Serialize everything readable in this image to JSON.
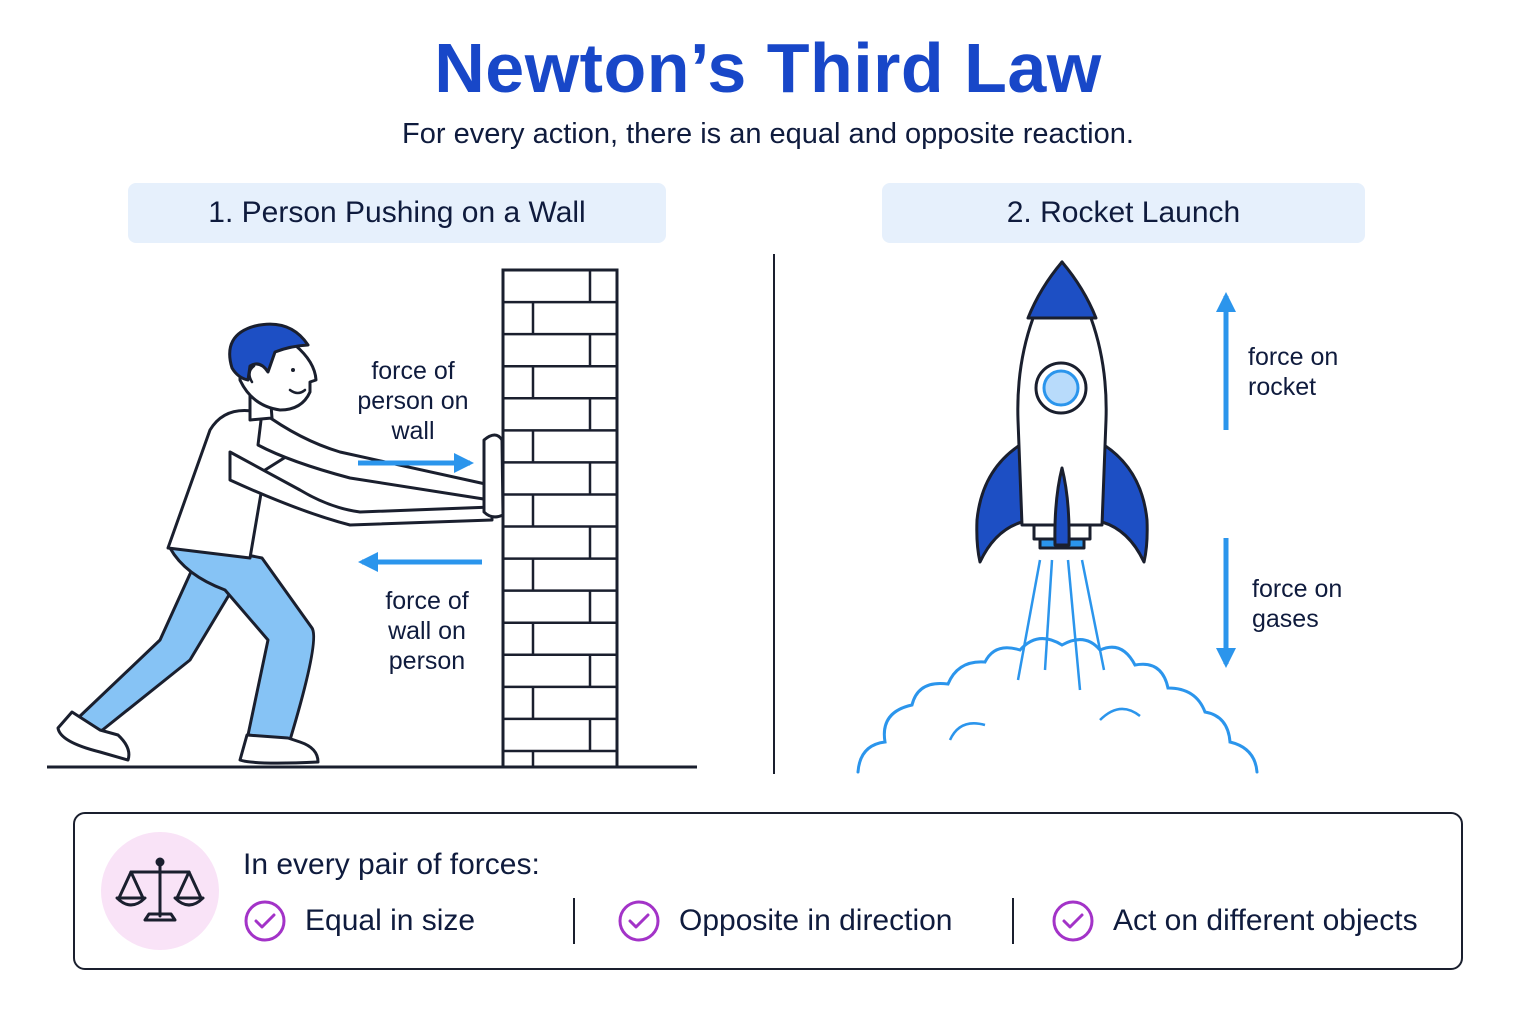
{
  "header": {
    "title": "Newton’s Third Law",
    "subtitle": "For every action, there is an equal and opposite reaction."
  },
  "panels": {
    "left": {
      "label": "1. Person Pushing on a Wall",
      "force_top": [
        "force of",
        "person on",
        "wall"
      ],
      "force_bottom": [
        "force of",
        "wall on",
        "person"
      ]
    },
    "right": {
      "label": "2. Rocket Launch",
      "force_top": [
        "force on",
        "rocket"
      ],
      "force_bottom": [
        "force on",
        "gases"
      ]
    }
  },
  "summary": {
    "heading": "In every pair of forces:",
    "points": [
      "Equal in size",
      "Opposite in direction",
      "Act on different objects"
    ]
  },
  "colors": {
    "title": "#1847c8",
    "arrow": "#2b95ec",
    "rocket_blue": "#1d4fc4",
    "pants": "#86c3f5",
    "check": "#a333c8",
    "badge_bg": "#f9e3f7",
    "label_bg": "#e6f0fc",
    "ink": "#1a1f2e"
  },
  "icons": [
    "scale-icon",
    "check-circle-icon",
    "arrow-right-icon",
    "arrow-left-icon",
    "arrow-up-icon",
    "arrow-down-icon",
    "rocket-icon",
    "smoke-icon",
    "brick-wall-icon",
    "person-icon"
  ]
}
